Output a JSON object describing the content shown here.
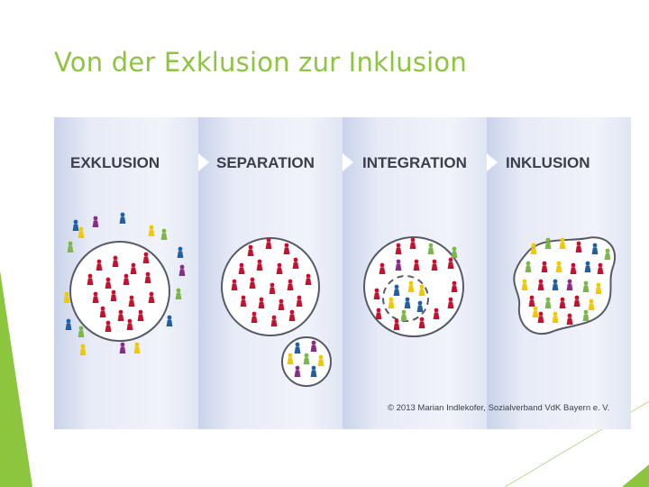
{
  "slide": {
    "title": "Von der Exklusion zur Inklusion"
  },
  "colors": {
    "title": "#8cc63f",
    "accent_green": "#8cc63f",
    "panel_light": "#eef1f9",
    "panel_dark": "#c9d3ea",
    "circle_stroke": "#555a66",
    "label": "#3a3f4a",
    "figure_red": "#c8102e",
    "figure_blue": "#1f5fa6",
    "figure_yellow": "#f2c800",
    "figure_green": "#7ab648",
    "figure_purple": "#8b2a8c"
  },
  "figure": {
    "panels": [
      {
        "label": "EXKLUSION"
      },
      {
        "label": "SEPARATION"
      },
      {
        "label": "INTEGRATION"
      },
      {
        "label": "INKLUSION"
      }
    ],
    "copyright": "© 2013  Marian Indlekofer, Sozialverband VdK Bayern e. V."
  }
}
